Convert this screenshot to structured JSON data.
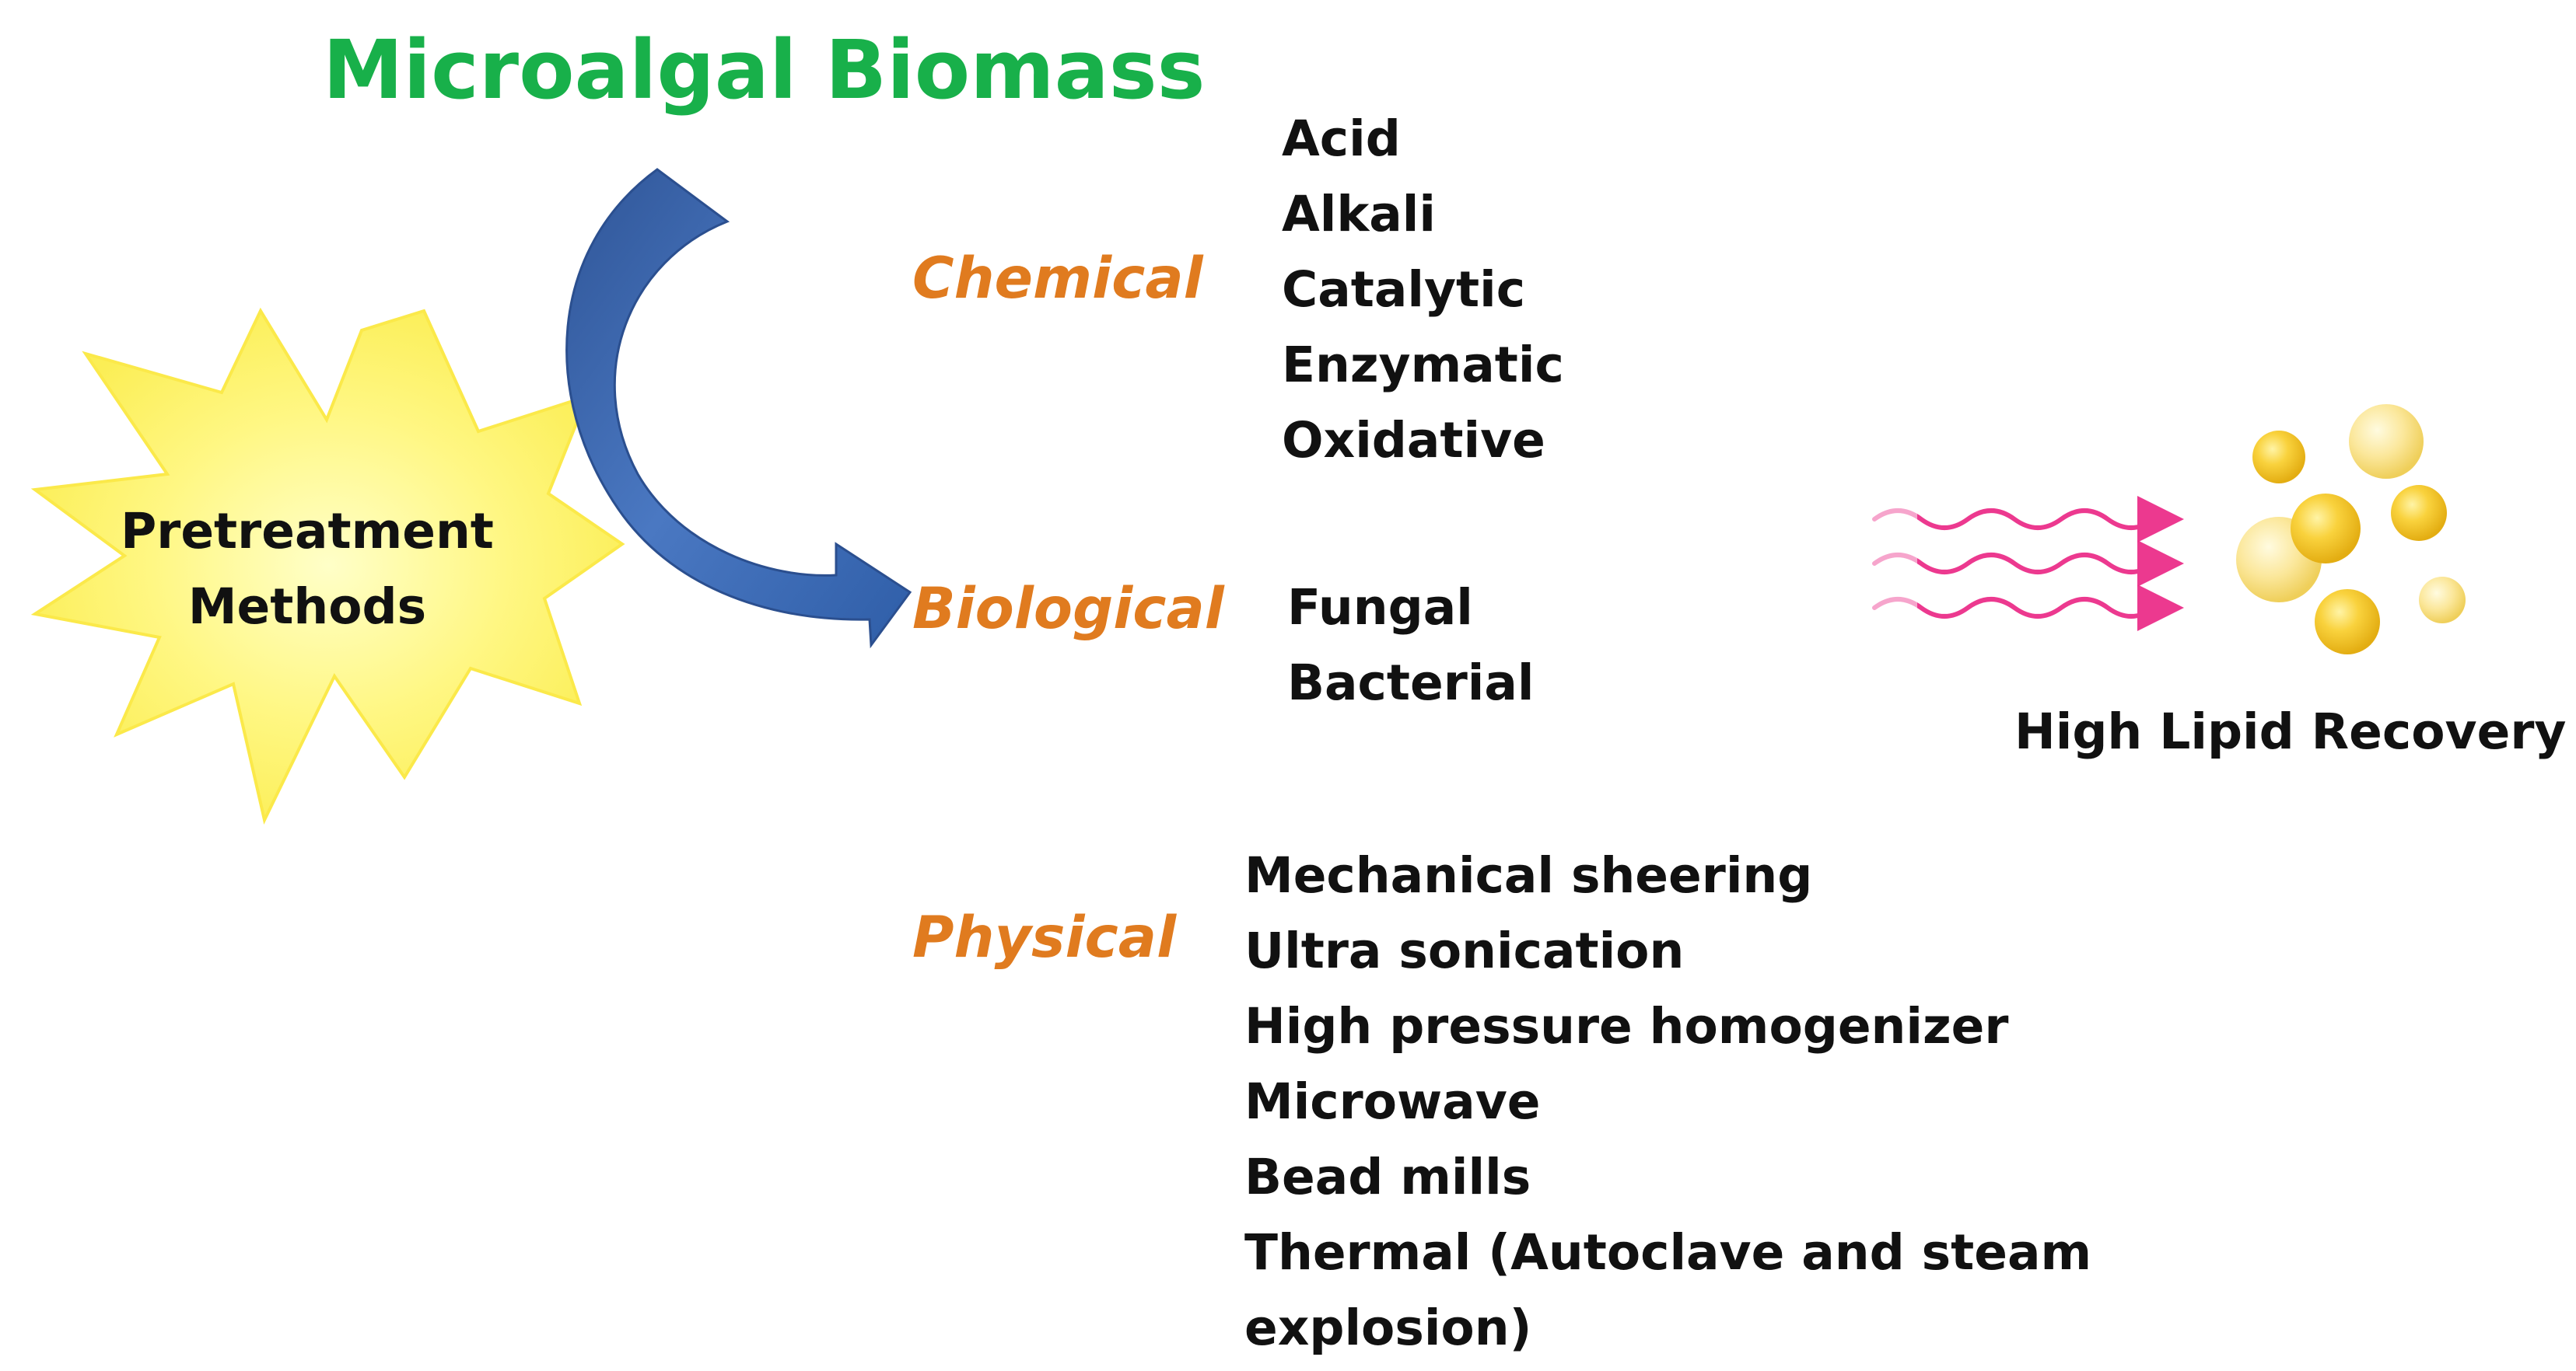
{
  "title": "Microalgal Biomass",
  "center_label": [
    "Pretreatment",
    "Methods"
  ],
  "categories": [
    {
      "name": "Chemical",
      "methods": [
        "Acid",
        "Alkali",
        "Catalytic",
        "Enzymatic",
        "Oxidative"
      ]
    },
    {
      "name": "Biological",
      "methods": [
        "Fungal",
        "Bacterial"
      ]
    },
    {
      "name": "Physical",
      "methods": [
        "Mechanical sheering",
        "Ultra sonication",
        "High pressure homogenizer",
        "Microwave",
        "Bead mills",
        "Thermal (Autoclave and steam",
        "explosion)"
      ]
    }
  ],
  "result_label": "High Lipid Recovery",
  "colors": {
    "title": "#18b04a",
    "category": "#e07b1f",
    "text": "#111111",
    "star_fill": "#fff56e",
    "arrow": "#3f6db3",
    "waves": "#ec2f8a",
    "lipid": "#f5c518"
  },
  "icons": [
    "starburst-shape",
    "curved-arrow-icon",
    "wavy-arrows-icon",
    "lipid-droplets-icon"
  ]
}
